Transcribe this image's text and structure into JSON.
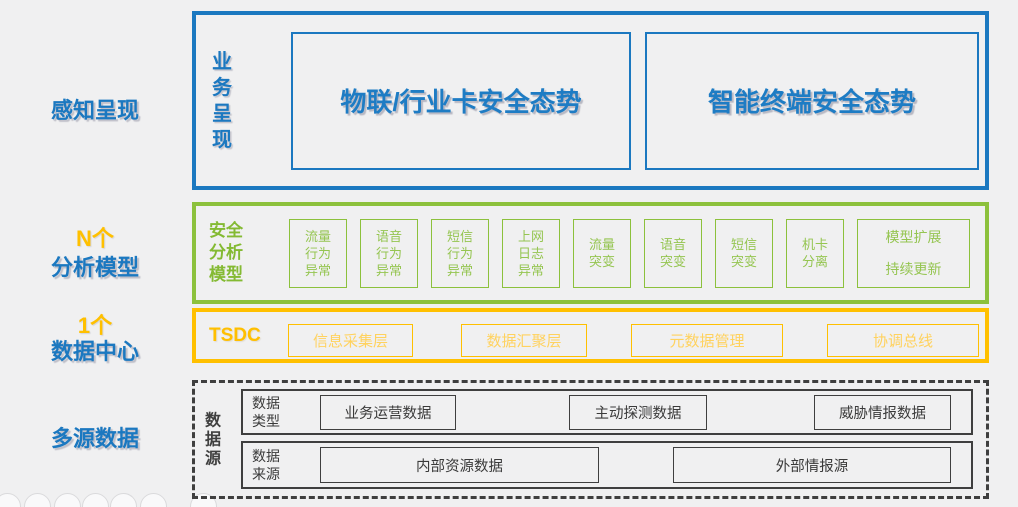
{
  "colors": {
    "blue": "#1b78c0",
    "green": "#8cc13c",
    "gold": "#ffc000",
    "dark": "#3f3f3f",
    "background": "#f0f0f1"
  },
  "side_labels": {
    "perception": "感知呈现",
    "models_count": "N个",
    "models_name": "分析模型",
    "datacenter_count": "1个",
    "datacenter_name": "数据中心",
    "multisource": "多源数据"
  },
  "presentation_layer": {
    "vertical_label": "业\n务\n呈\n现",
    "boxes": [
      "物联/行业卡安全态势",
      "智能终端安全态势"
    ]
  },
  "analysis_layer": {
    "label": "安全\n分析\n模型",
    "models": [
      "流量\n行为\n异常",
      "语音\n行为\n异常",
      "短信\n行为\n异常",
      "上网\n日志\n异常",
      "流量\n突变",
      "语音\n突变",
      "短信\n突变",
      "机卡\n分离"
    ],
    "extension": "模型扩展\n\n持续更新"
  },
  "datacenter_layer": {
    "label": "TSDC",
    "modules": [
      "信息采集层",
      "数据汇聚层",
      "元数据管理",
      "协调总线"
    ]
  },
  "datasource_layer": {
    "vertical_label": "数\n据\n源",
    "rows": [
      {
        "label": "数据\n类型",
        "items": [
          "业务运营数据",
          "主动探测数据",
          "威胁情报数据"
        ]
      },
      {
        "label": "数据\n来源",
        "items": [
          "内部资源数据",
          "外部情报源"
        ]
      }
    ]
  }
}
